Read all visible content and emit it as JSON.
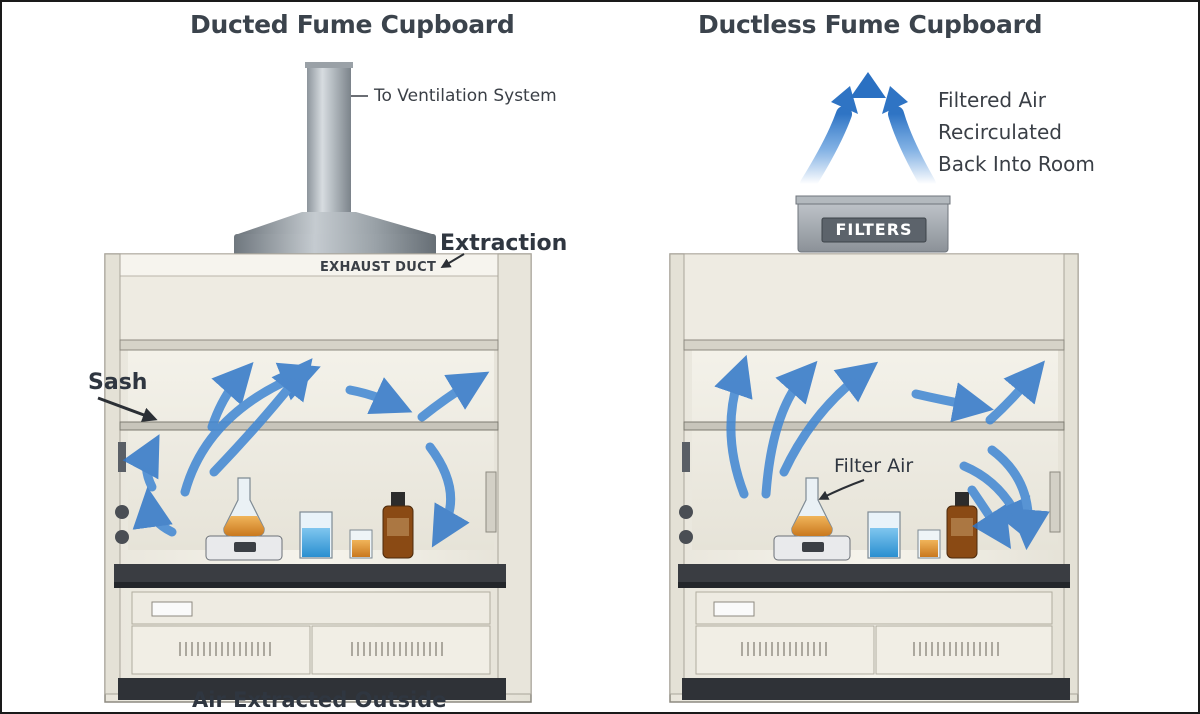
{
  "ducted": {
    "title": "Ducted Fume Cupboard",
    "to_ventilation": "To Ventilation System",
    "extraction": "Extraction",
    "exhaust_duct": "EXHAUST DUCT",
    "sash": "Sash",
    "air_extracted": "Air Extracted Outside"
  },
  "ductless": {
    "title": "Ductless Fume Cupboard",
    "filtered_air": [
      "Filtered Air",
      "Recirculated",
      "Back Into Room"
    ],
    "filters_label": "FILTERS",
    "filter_air": "Filter Air"
  },
  "colors": {
    "airflow_arrow": "#3f86d3",
    "cabinet_body": "#f1efe6",
    "worktop": "#3a3d42",
    "duct_metal": "#a9b0b6",
    "filter_box": "#8b9198",
    "text": "#3b434c"
  }
}
